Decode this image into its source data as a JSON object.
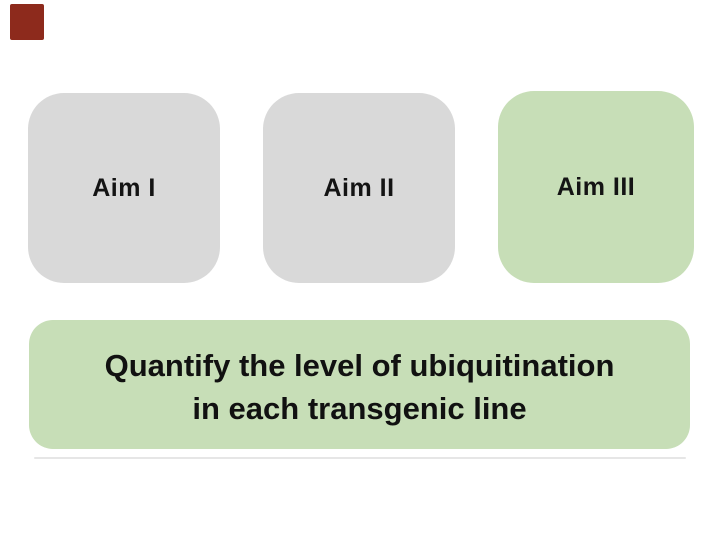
{
  "slide": {
    "accent": {
      "color": "#8d2a1c"
    },
    "colors": {
      "background": "#ffffff",
      "grey_box": "#d9d9d9",
      "green_box": "#c7deb7",
      "text": "#111111",
      "shadow_line": "#e6e6e6"
    },
    "aims": [
      {
        "label": "Aim I",
        "variant": "grey"
      },
      {
        "label": "Aim II",
        "variant": "grey"
      },
      {
        "label": "Aim III",
        "variant": "green"
      }
    ],
    "statement": {
      "line1": "Quantify the level of ubiquitination",
      "line2": "in each transgenic line"
    }
  }
}
